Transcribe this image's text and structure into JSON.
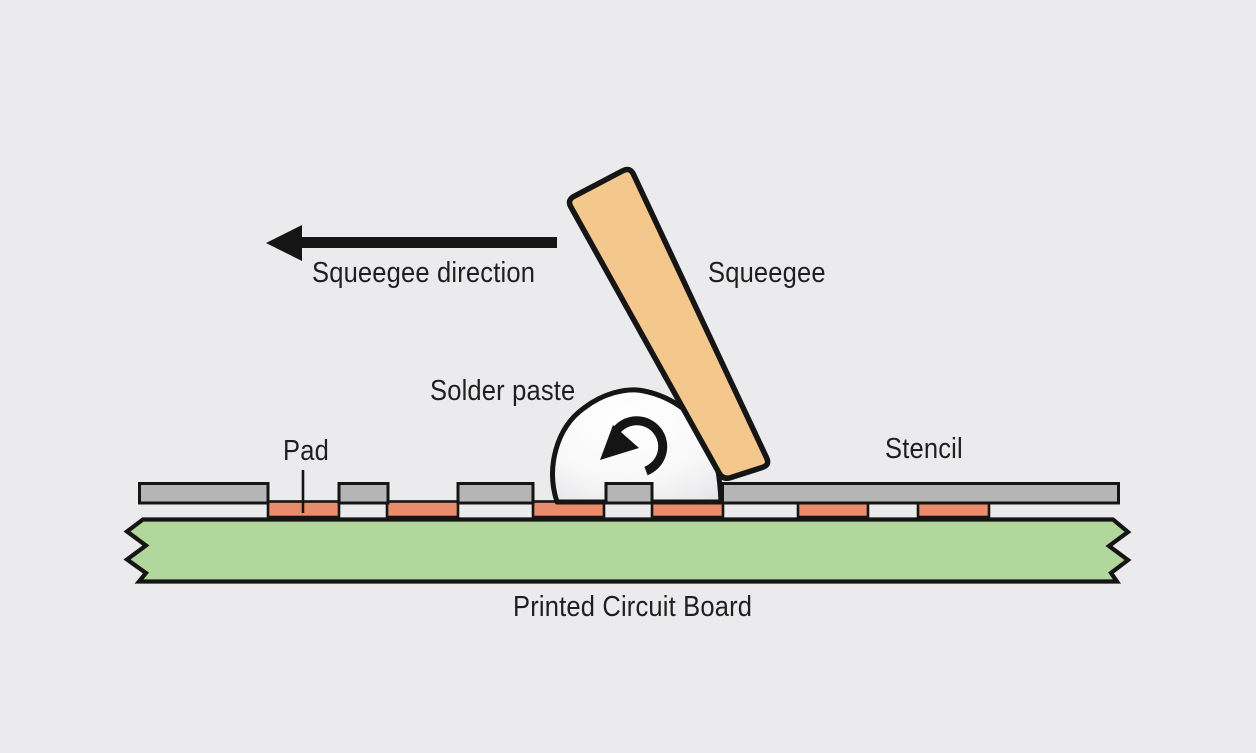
{
  "diagram": {
    "name": "solder-paste-stencil-printing-cross-section",
    "labels": {
      "squeegee_direction": "Squeegee direction",
      "squeegee": "Squeegee",
      "solder_paste": "Solder paste",
      "pad": "Pad",
      "stencil": "Stencil",
      "pcb": "Printed Circuit Board"
    },
    "icons": {
      "direction_arrow": "left-arrow",
      "rotation_arrow": "counterclockwise-circular-arrow"
    },
    "colors": {
      "background": "#ebebed",
      "outline": "#151515",
      "text": "#1f1f1f",
      "squeegee": "#f4c78c",
      "solder_paste": "#ffffff",
      "pad": "#e98c6c",
      "stencil": "#b5b5b5",
      "pcb": "#b2d79c"
    }
  }
}
